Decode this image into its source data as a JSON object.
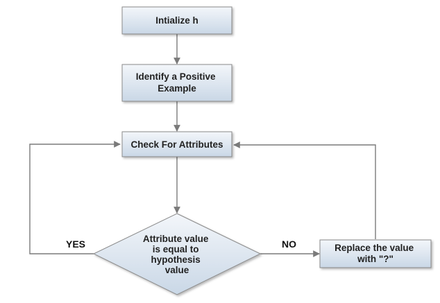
{
  "diagram": {
    "nodes": {
      "init": {
        "lines": [
          "Intialize h"
        ]
      },
      "identify": {
        "lines": [
          "Identify a Positive",
          "Example"
        ]
      },
      "check": {
        "lines": [
          "Check For Attributes"
        ]
      },
      "decision": {
        "lines": [
          "Attribute value",
          "is equal to",
          "hypothesis",
          "value"
        ]
      },
      "replace": {
        "lines": [
          "Replace the value",
          "with \"?\""
        ]
      }
    },
    "edges": {
      "yes_label": "YES",
      "no_label": "NO"
    },
    "colors": {
      "box_fill_top": "#f3f6fa",
      "box_fill_bottom": "#c9d7e6",
      "box_stroke": "#8a8a8a",
      "connector": "#7a7a7a"
    }
  }
}
